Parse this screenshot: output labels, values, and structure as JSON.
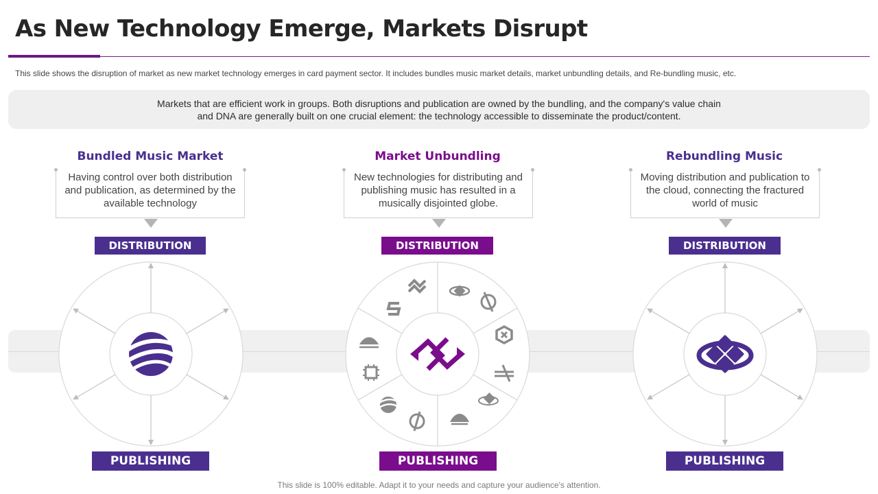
{
  "title": "As New Technology Emerge, Markets Disrupt",
  "subtitle": "This slide shows the disruption of market as new market technology emerges in card payment sector. It includes bundles music market details, market unbundling details, and Re-bundling music, etc.",
  "summary": "Markets that are efficient work in groups. Both disruptions and publication are owned by the bundling, and the company's value chain and DNA are generally built on one crucial element: the technology accessible to disseminate the product/content.",
  "colors": {
    "accent_indigo": "#4a2f8f",
    "accent_purple": "#7a0d8c",
    "icon_gray": "#8a8a8a",
    "panel_gray": "#efefef"
  },
  "columns": [
    {
      "title": "Bundled Music Market",
      "description": "Having control over both distribution and publication, as determined by the available technology",
      "top_label": "DISTRIBUTION",
      "bottom_label": "PUBLISHING",
      "center_icon": "striped-globe-icon",
      "color": "#4a2f8f"
    },
    {
      "title": "Market Unbundling",
      "description": "New technologies for distributing and publishing music has resulted in a musically disjointed globe.",
      "top_label": "DISTRIBUTION",
      "bottom_label": "PUBLISHING",
      "center_icon": "interlocking-arrows-icon",
      "color": "#7a0d8c",
      "ring_icons": [
        "zigzag-arrow-icon",
        "diamond-eye-icon",
        "slashed-circle-icon",
        "hexagon-icon",
        "crossed-arrows-icon",
        "diamond-cluster-icon",
        "wave-icon",
        "slashed-circle-icon",
        "striped-globe-icon",
        "chip-icon",
        "wave-icon",
        "s-shape-icon"
      ]
    },
    {
      "title": "Rebundling Music",
      "description": "Moving distribution and publication to the cloud, connecting the fractured world of music",
      "top_label": "DISTRIBUTION",
      "bottom_label": "PUBLISHING",
      "center_icon": "diamond-cluster-icon",
      "color": "#4a2f8f"
    }
  ],
  "footer": "This slide is 100% editable. Adapt it to your needs and capture your audience's attention."
}
